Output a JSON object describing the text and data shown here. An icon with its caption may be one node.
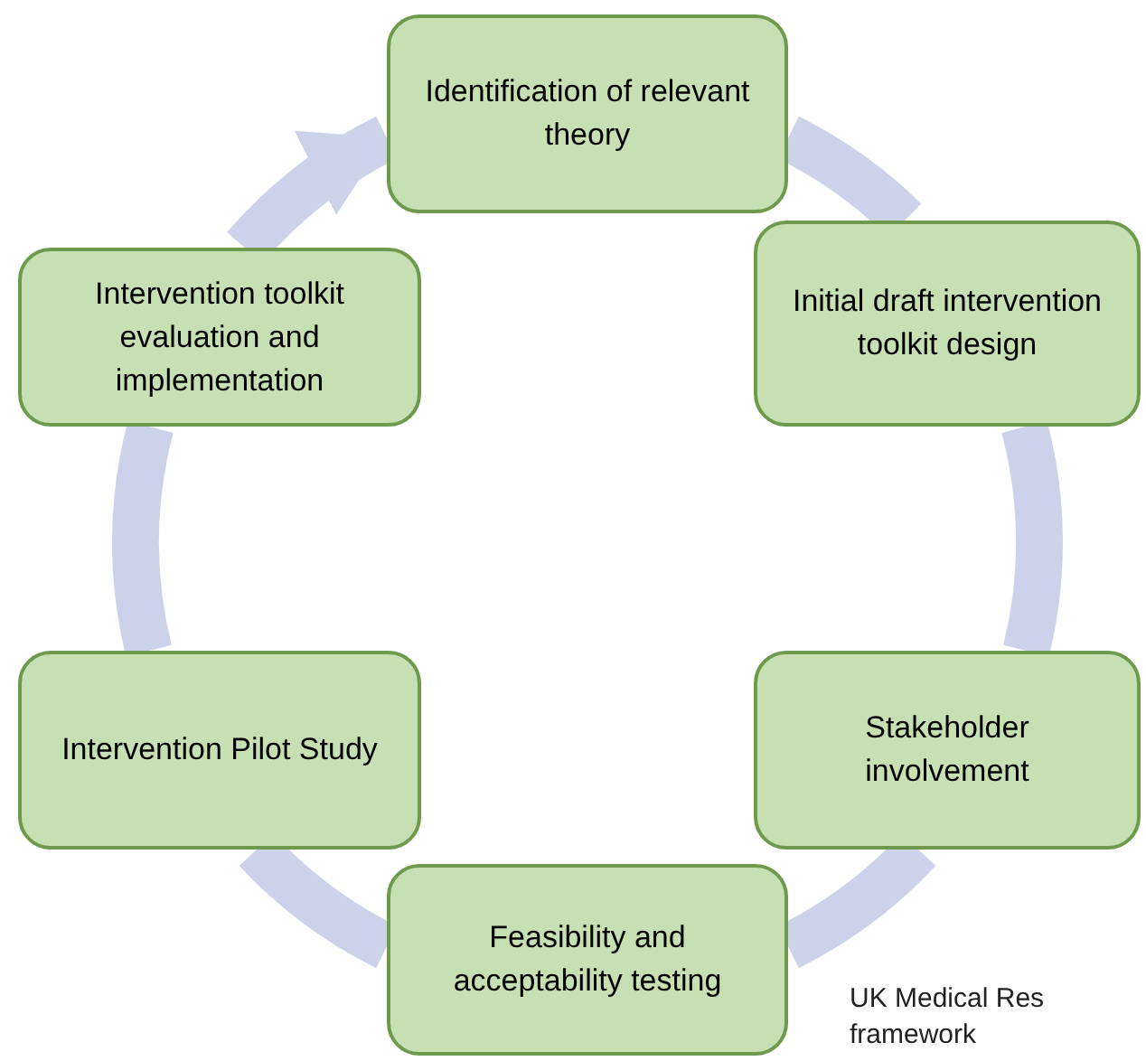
{
  "diagram": {
    "nodes": [
      {
        "text": [
          "Identification of relevant theory"
        ]
      },
      {
        "text": [
          "Intervention toolkit evaluation and implementation"
        ]
      },
      {
        "text": [
          "Initial draft intervention toolkit design"
        ]
      },
      {
        "text": [
          "Intervention Pilot Study"
        ]
      },
      {
        "text": [
          "Stakeholder involvement"
        ]
      },
      {
        "text": [
          "Feasibility and acceptability testing"
        ]
      }
    ],
    "edges": [
      {
        "from": 0,
        "to": 2,
        "arrow": "none"
      },
      {
        "from": 2,
        "to": 4,
        "arrow": "none"
      },
      {
        "from": 4,
        "to": 5,
        "arrow": "none"
      },
      {
        "from": 5,
        "to": 3,
        "arrow": "none"
      },
      {
        "from": 3,
        "to": 1,
        "arrow": "none"
      },
      {
        "from": 1,
        "to": 0,
        "arrow": "to"
      }
    ],
    "labels": [
      "UK Medical Res framework"
    ]
  }
}
